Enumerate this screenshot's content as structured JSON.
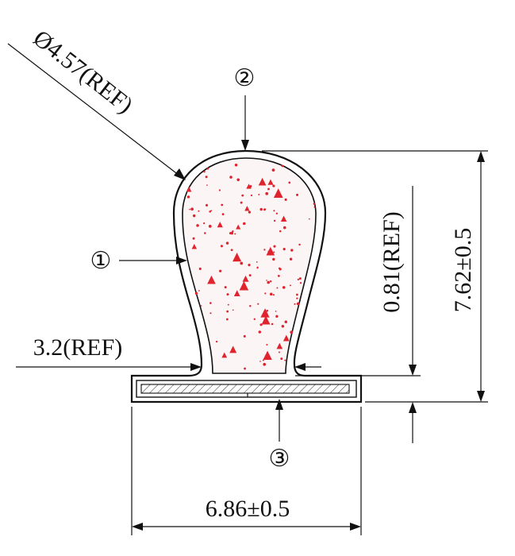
{
  "labels": {
    "diameter": "Ø4.57(REF)",
    "base_width": "3.2(REF)",
    "wall_thickness": "0.81(REF)",
    "total_height": "7.62±0.5",
    "flange_width": "6.86±0.5",
    "callout_1": "①",
    "callout_2": "②",
    "callout_3": "③"
  },
  "colors": {
    "line": "#111111",
    "foam_fill": "#fbf5f6",
    "foam_speckle": "#e0242e",
    "hatch": "#222222"
  },
  "icons": {
    "callout_marker": "circled-number",
    "speckle": "red-dot-and-triangle"
  }
}
